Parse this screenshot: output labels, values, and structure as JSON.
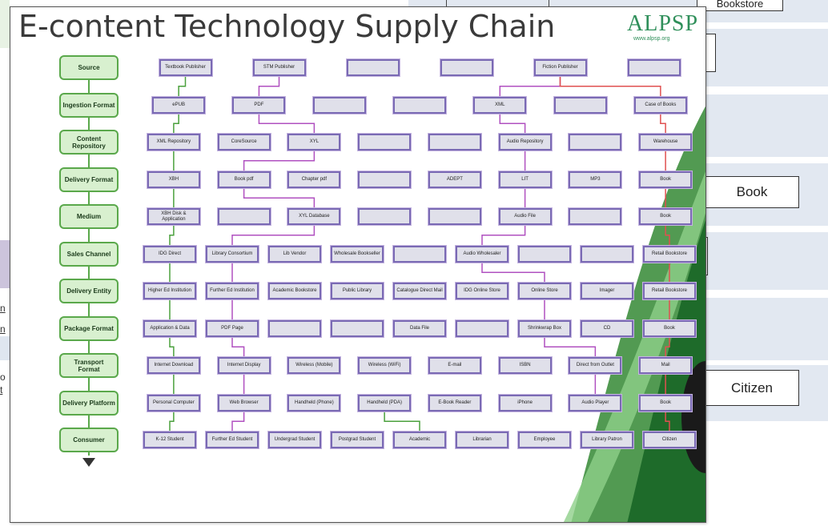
{
  "slide": {
    "title": "E-content Technology Supply Chain",
    "logo_text": "ALPSP",
    "logo_url": "www.alpsp.org"
  },
  "stages": [
    "Source",
    "Ingestion Format",
    "Content Repository",
    "Delivery Format",
    "Medium",
    "Sales Channel",
    "Delivery Entity",
    "Package Format",
    "Transport Format",
    "Delivery Platform",
    "Consumer"
  ],
  "rows": [
    [
      "Textbook Publisher",
      "STM Publisher",
      "",
      "",
      "Fiction Publisher",
      ""
    ],
    [
      "ePUB",
      "PDF",
      "",
      "",
      "XML",
      "",
      "Case of Books"
    ],
    [
      "XML Repository",
      "CoreSource",
      "XYL",
      "",
      "",
      "Audio Repository",
      "",
      "Warehouse"
    ],
    [
      "XBH",
      "Book pdf",
      "Chapter pdf",
      "",
      "ADEPT",
      "LIT",
      "MP3",
      "Book"
    ],
    [
      "XBH Disk & Application",
      "",
      "XYL Database",
      "",
      "",
      "Audio File",
      "",
      "Book"
    ],
    [
      "IDG Direct",
      "Library Consortium",
      "Lib Vendor",
      "Wholesale Bookseller",
      "",
      "Audio Wholesaler",
      "",
      "",
      "Retail Bookstore"
    ],
    [
      "Higher Ed Institution",
      "Further Ed Institution",
      "Academic Bookstore",
      "Public Library",
      "Catalogue Direct Mail",
      "IDG Online Store",
      "Online Store",
      "Imager",
      "Retail Bookstore"
    ],
    [
      "Application & Data",
      "PDF Page",
      "",
      "",
      "Data File",
      "",
      "Shrinkwrap Box",
      "CD",
      "Book"
    ],
    [
      "Internet Download",
      "Internet Display",
      "Wireless (Mobile)",
      "Wireless (WiFi)",
      "E-mail",
      "ISBN",
      "Direct from Outlet",
      "Mail"
    ],
    [
      "Personal Computer",
      "Web Browser",
      "Handheld (Phone)",
      "Handheld (PDA)",
      "E-Book Reader",
      "iPhone",
      "Audio Player",
      "Book"
    ],
    [
      "K-12 Student",
      "Further Ed Student",
      "Undergrad Student",
      "Postgrad Student",
      "Academic",
      "Librarian",
      "Employee",
      "Library Patron",
      "Citizen"
    ]
  ],
  "background": {
    "top_right_label": "Bookstore",
    "right_labels": [
      "Book",
      "Citizen"
    ],
    "left_fragments": [
      "n",
      "n",
      "o",
      "t"
    ]
  },
  "colors": {
    "stage_fill": "#d8f0cf",
    "stage_border": "#5aa84b",
    "node_border": "#7a6ab4",
    "link_green": "#4aa03c",
    "link_purple": "#b050c0",
    "link_red": "#e05050",
    "accent_green": "#2f8f5a",
    "panel_blue": "#e2e8f1"
  }
}
